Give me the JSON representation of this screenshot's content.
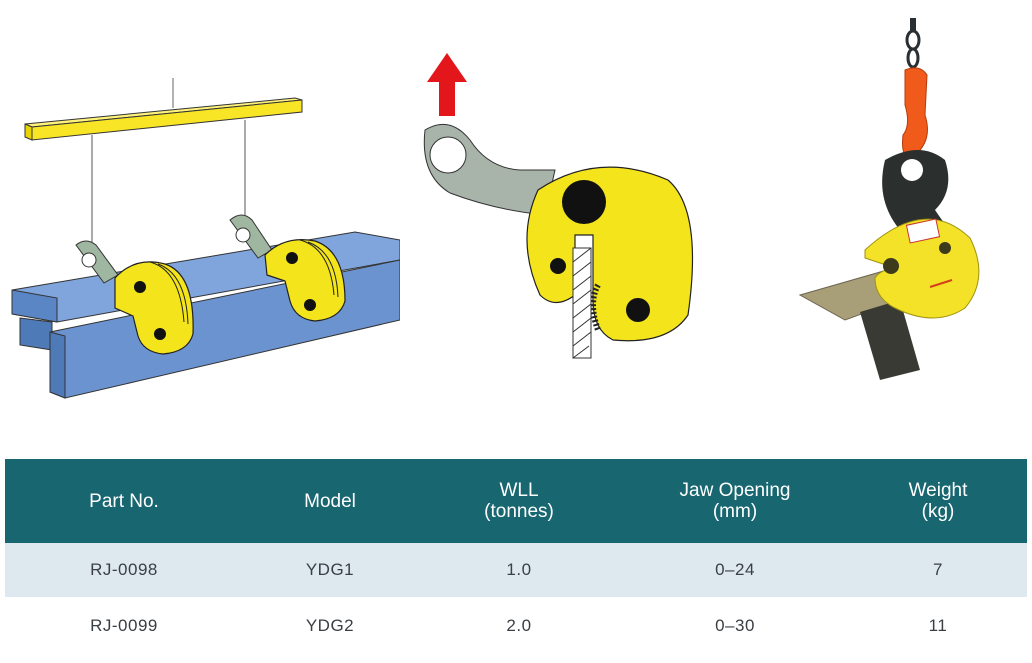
{
  "figures": [
    {
      "name": "beam-lifting-illustration",
      "description": "Two yellow vertical plate clamps lifting a blue I-beam from a yellow spreader bar"
    },
    {
      "name": "clamp-cross-section-illustration",
      "description": "Yellow clamp gripping a plate with a red upward lift arrow"
    },
    {
      "name": "clamp-product-photo",
      "description": "Yellow plate clamp with black shackle and orange hook on chain lifting a steel plate"
    }
  ],
  "colors": {
    "header_bg": "#176670",
    "header_text": "#ffffff",
    "row_alt_bg": "#dde9ef",
    "clamp_yellow": "#f4e41c",
    "beam_blue": "#5b86c5",
    "arrow_red": "#e3161b"
  },
  "table": {
    "headers": [
      {
        "line1": "Part No.",
        "line2": ""
      },
      {
        "line1": "Model",
        "line2": ""
      },
      {
        "line1": "WLL",
        "line2": "(tonnes)"
      },
      {
        "line1": "Jaw Opening",
        "line2": "(mm)"
      },
      {
        "line1": "Weight",
        "line2": "(kg)"
      }
    ],
    "rows": [
      [
        "RJ-0098",
        "YDG1",
        "1.0",
        "0–24",
        "7"
      ],
      [
        "RJ-0099",
        "YDG2",
        "2.0",
        "0–30",
        "11"
      ]
    ]
  }
}
